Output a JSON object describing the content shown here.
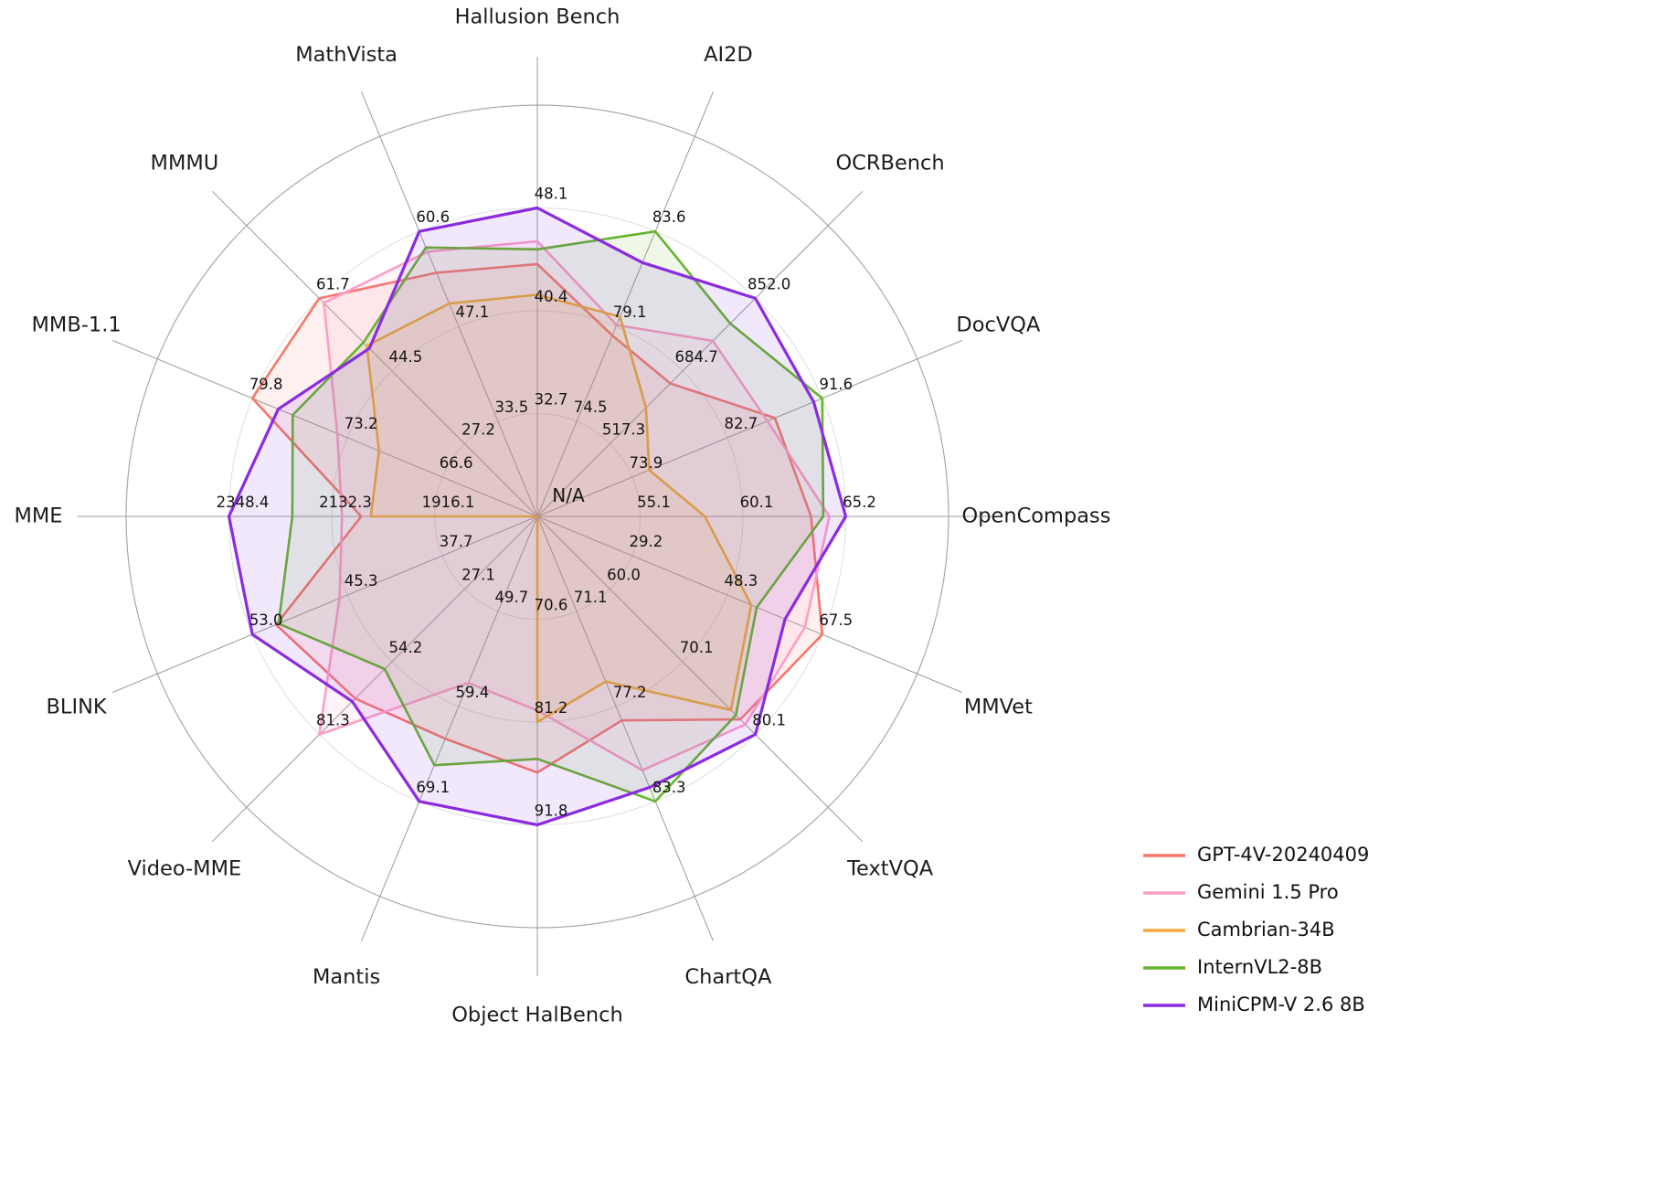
{
  "chart_data": {
    "type": "radar",
    "title": "",
    "center_label": "N/A",
    "grid": true,
    "legend_position": "bottom-right",
    "categories": [
      "Hallusion Bench",
      "AI2D",
      "OCRBench",
      "DocVQA",
      "OpenCompass",
      "MMVet",
      "TextVQA",
      "ChartQA",
      "Object HalBench",
      "Mantis",
      "Video-MME",
      "BLINK",
      "MME",
      "MMB-1.1",
      "MMMU",
      "MathVista"
    ],
    "axis_ticks": {
      "inner": [
        "32.7",
        "74.5",
        "517.3",
        "73.9",
        "55.1",
        "29.2",
        "60.0",
        "71.1",
        "70.6",
        "49.7",
        "27.1",
        "37.7",
        "1916.1",
        "66.6",
        "27.2",
        "33.5"
      ],
      "mid": [
        "40.4",
        "79.1",
        "684.7",
        "82.7",
        "60.1",
        "48.3",
        "70.1",
        "77.2",
        "81.2",
        "59.4",
        "54.2",
        "45.3",
        "2132.3",
        "73.2",
        "44.5",
        "47.1"
      ],
      "outer": [
        "48.1",
        "83.6",
        "852.0",
        "91.6",
        "65.2",
        "67.5",
        "80.1",
        "83.3",
        "91.8",
        "69.1",
        "81.3",
        "53.0",
        "2348.4",
        "79.8",
        "61.7",
        "60.6"
      ]
    },
    "axis_center_value": [
      25.0,
      69.9,
      349.9,
      65.1,
      50.1,
      10.1,
      49.9,
      65.0,
      60.0,
      40.0,
      0.0,
      30.1,
      1699.9,
      60.0,
      9.9,
      19.9
    ],
    "axis_max_value": [
      48.1,
      83.6,
      852.0,
      91.6,
      65.2,
      67.5,
      80.1,
      83.3,
      91.8,
      69.1,
      81.3,
      53.0,
      2348.4,
      79.8,
      61.7,
      60.6
    ],
    "series": [
      {
        "name": "GPT-4V-20240409",
        "color": "#F9756B",
        "values": [
          43.9,
          78.6,
          656.0,
          87.2,
          63.5,
          67.5,
          78.0,
          78.1,
          86.4,
          62.7,
          67.9,
          51.1,
          2070.2,
          79.8,
          61.7,
          54.7
        ]
      },
      {
        "name": "Gemini 1.5 Pro",
        "color": "#FF9EC8",
        "values": [
          45.6,
          79.1,
          754.0,
          86.5,
          64.4,
          64.0,
          78.7,
          81.3,
          80.0,
          57.0,
          81.3,
          46.0,
          2110.6,
          73.9,
          60.6,
          57.7
        ]
      },
      {
        "name": "Cambrian-34B",
        "color": "#F2A93B",
        "values": [
          41.6,
          79.5,
          600.0,
          75.5,
          58.3,
          53.2,
          76.7,
          75.6,
          81.2,
          null,
          null,
          null,
          2049.9,
          71.0,
          50.4,
          50.3
        ]
      },
      {
        "name": "InternVL2-8B",
        "color": "#67B32E",
        "values": [
          45.0,
          83.6,
          794.0,
          91.6,
          64.1,
          54.3,
          77.4,
          83.3,
          85.0,
          65.4,
          56.9,
          50.9,
          2215.1,
          77.0,
          51.2,
          58.3
        ]
      },
      {
        "name": "MiniCPM-V 2.6 8B",
        "color": "#8A2BE2",
        "values": [
          48.1,
          82.1,
          852.0,
          90.8,
          65.2,
          60.0,
          80.1,
          82.4,
          91.8,
          69.1,
          69.0,
          53.0,
          2348.4,
          78.0,
          49.8,
          60.6
        ]
      }
    ]
  }
}
